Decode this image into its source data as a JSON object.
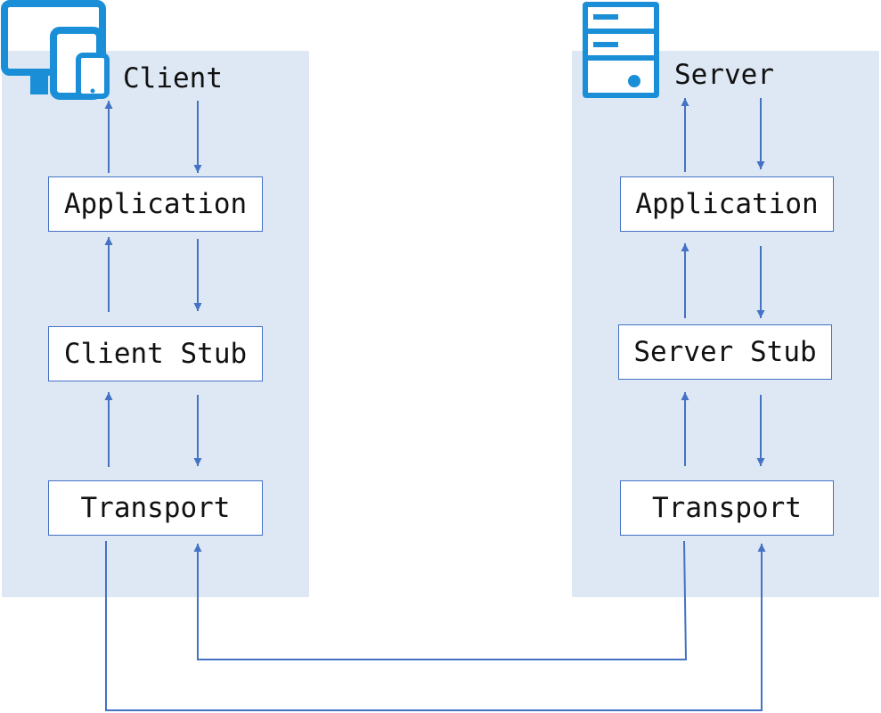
{
  "colors": {
    "panel": "#dde8f4",
    "arrow": "#4472c4",
    "box_border": "#4472c4",
    "icon": "#1a8fd8"
  },
  "client": {
    "title": "Client",
    "icon": "devices-icon",
    "layers": [
      "Application",
      "Client Stub",
      "Transport"
    ]
  },
  "server": {
    "title": "Server",
    "icon": "server-icon",
    "layers": [
      "Application",
      "Server Stub",
      "Transport"
    ]
  }
}
